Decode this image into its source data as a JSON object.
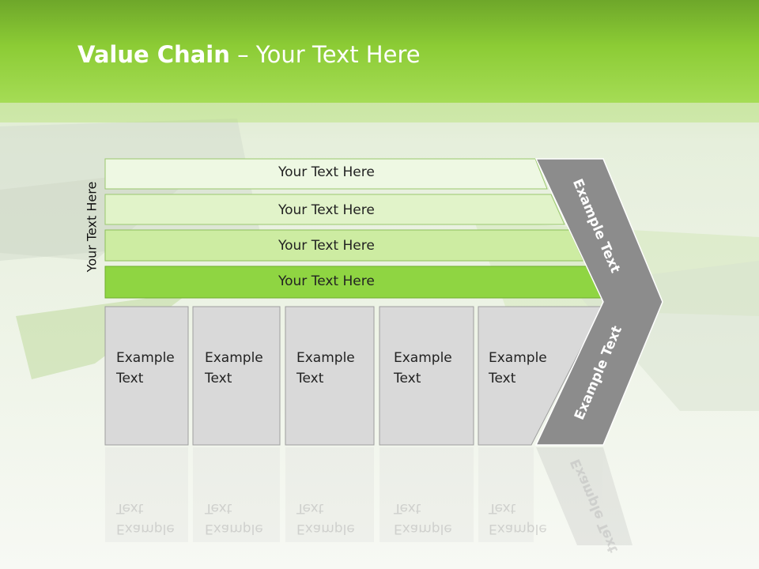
{
  "title": {
    "bold": "Value Chain",
    "rest": " – Your Text Here"
  },
  "side_label": "Your Text Here",
  "bars": [
    {
      "label": "Your Text Here"
    },
    {
      "label": "Your Text Here"
    },
    {
      "label": "Your Text Here"
    },
    {
      "label": "Your Text Here"
    }
  ],
  "cells": [
    {
      "line1": "Example",
      "line2": "Text"
    },
    {
      "line1": "Example",
      "line2": "Text"
    },
    {
      "line1": "Example",
      "line2": "Text"
    },
    {
      "line1": "Example",
      "line2": "Text"
    },
    {
      "line1": "Example",
      "line2": "Text"
    }
  ],
  "chevron": {
    "upper": "Example Text",
    "lower": "Example Text"
  },
  "colors": {
    "header": "#8fd135",
    "bar_light": "#eaf6dc",
    "bar_mid": "#d6efb8",
    "bar_strong": "#8ed53f",
    "cell": "#d9d9d9",
    "chevron": "#8c8c8c"
  }
}
